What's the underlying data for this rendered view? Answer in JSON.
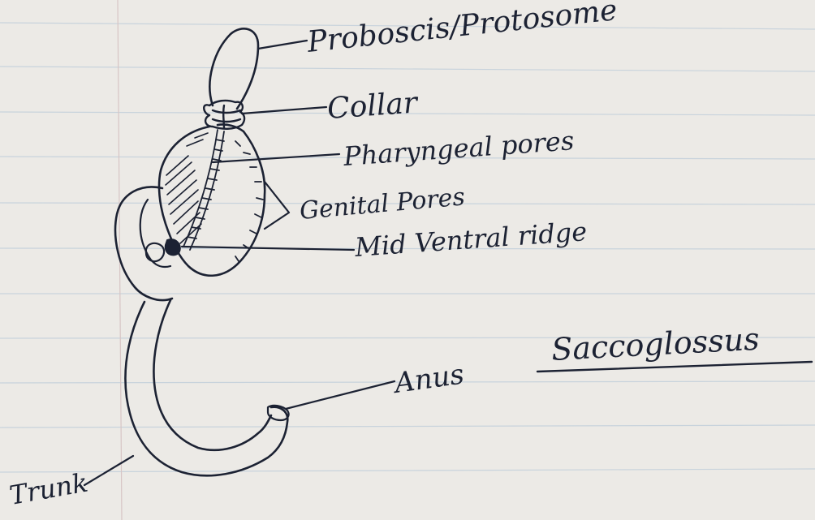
{
  "diagram": {
    "specimen_name": "Saccoglossus",
    "labels": {
      "proboscis": "Proboscis/Protosome",
      "collar": "Collar",
      "pharyngeal_pores": "Pharyngeal pores",
      "genital_pores": "Genital Pores",
      "mid_ventral_ridge": "Mid Ventral ridge",
      "anus": "Anus",
      "trunk": "Trunk"
    }
  },
  "colors": {
    "paper": "#eceae6",
    "rule_line": "#c8d3dc",
    "margin_line": "#d7c5c5",
    "ink": "#1c2233"
  }
}
